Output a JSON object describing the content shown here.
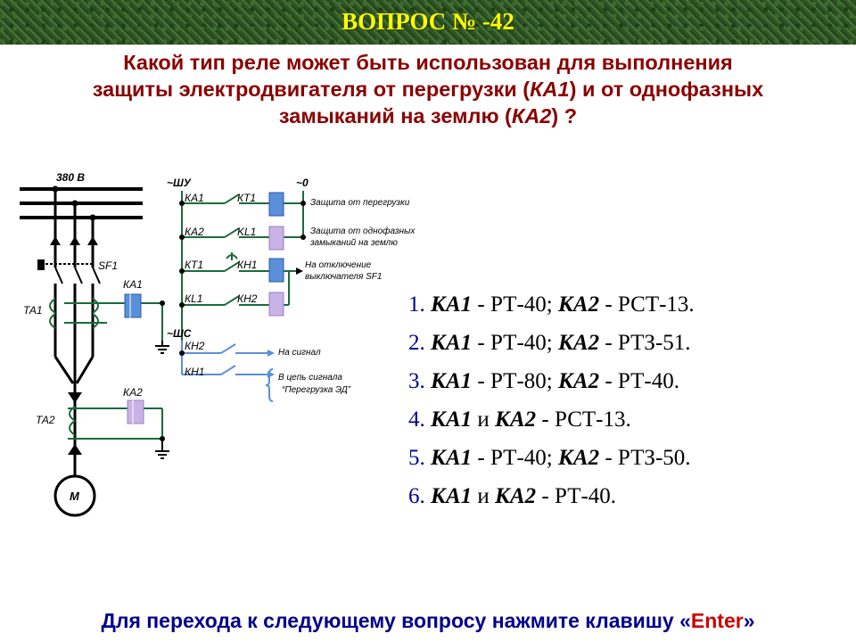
{
  "header": {
    "title": "ВОПРОС  № -42"
  },
  "question": {
    "line1": "Какой тип реле может быть использован для выполнения",
    "line2_a": "защиты электродвигателя от перегрузки (",
    "line2_k": "КА1",
    "line2_b": ") и от однофазных",
    "line3_a": "замыканий на землю (",
    "line3_k": "КА2",
    "line3_b": ") ?"
  },
  "diagram": {
    "voltage": "380 В",
    "sf1": "SF1",
    "ta1": "ТА1",
    "ta2": "ТА2",
    "ka1": "КА1",
    "ka2": "КА2",
    "motor": "М",
    "shu": "~ШУ",
    "zero": "~0",
    "shc": "~ШС",
    "c_ka1": "КА1",
    "c_kt1": "КТ1",
    "c_ka2": "КА2",
    "c_kl1": "KL1",
    "c_kt1b": "КТ1",
    "c_kh1": "КН1",
    "c_kl1b": "КL1",
    "c_kh2": "КН2",
    "c_kh2b": "КН2",
    "c_kh1b": "КН1",
    "note1": "Защита от перегрузки",
    "note2a": "Защита от однофазных",
    "note2b": "замыканий на землю",
    "note3a": "На отключение",
    "note3b": "выключателя SF1",
    "note4": "На сигнал",
    "note5a": "В цепь сигнала",
    "note5b": "“Перегрузка ЭД”"
  },
  "answers": [
    {
      "num": "1. ",
      "a": "КА1",
      "b": " - РТ-40; ",
      "c": "КА2",
      "d": " - РСТ-13."
    },
    {
      "num": "2. ",
      "a": "КА1",
      "b": " - РТ-40; ",
      "c": "КА2",
      "d": " - РТЗ-51."
    },
    {
      "num": "3. ",
      "a": "КА1",
      "b": " - РТ-80; ",
      "c": "КА2",
      "d": " - РТ-40."
    },
    {
      "num": "4. ",
      "a": "КА1",
      "b": " и ",
      "c": "КА2",
      "d": " - РСТ-13."
    },
    {
      "num": "5. ",
      "a": "КА1",
      "b": " - РТ-40; ",
      "c": "КА2",
      "d": " - РТЗ-50."
    },
    {
      "num": "6. ",
      "a": "КА1",
      "b": " и ",
      "c": "КА2",
      "d": " - РТ-40."
    }
  ],
  "footer": {
    "prefix": "Для перехода к следующему вопросу нажмите клавишу «",
    "key": "Enter",
    "suffix": "»"
  },
  "colors": {
    "title": "#ffff00",
    "question": "#8b0000",
    "number": "#00008b",
    "wire": "#1a6b3a",
    "relay": "#5b8fd9",
    "relay2": "#c9b2e6"
  }
}
